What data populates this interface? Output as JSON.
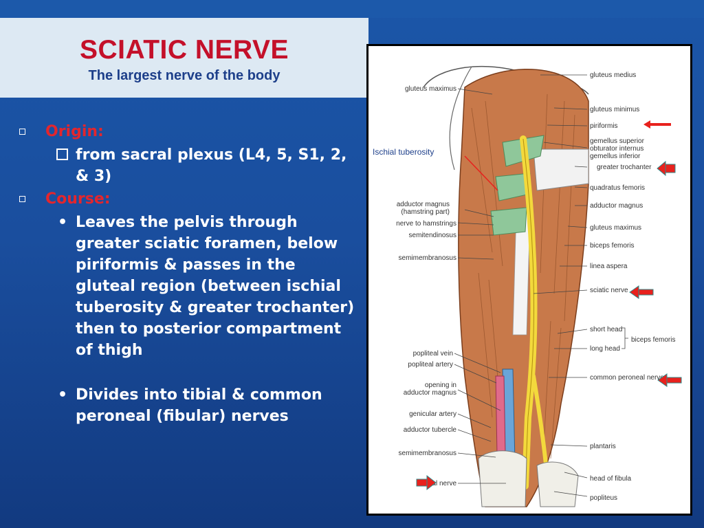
{
  "slide": {
    "title": "SCIATIC NERVE",
    "subtitle": "The largest nerve of the body"
  },
  "bullets": {
    "origin_heading": "Origin:",
    "origin_text": "from sacral plexus (L4, 5, S1, 2, & 3)",
    "course_heading": "Course:",
    "course_text": "Leaves the pelvis through greater sciatic foramen, below piriformis & passes in the gluteal region (between ischial tuberosity & greater trochanter) then to posterior compartment of thigh",
    "divides_text": "Divides into tibial & common peroneal (fibular) nerves"
  },
  "figure": {
    "callout": "Ischial tuberosity",
    "labels_right": [
      "gluteus medius",
      "gluteus minimus",
      "piriformis",
      "gemellus superior",
      "obturator internus",
      "gemellus inferior",
      "greater trochanter",
      "quadratus femoris",
      "adductor magnus",
      "gluteus maximus",
      "biceps femoris",
      "linea aspera",
      "sciatic nerve",
      "short head",
      "long head",
      "biceps femoris",
      "common peroneal nerve",
      "plantaris",
      "head of fibula",
      "popliteus"
    ],
    "labels_left": [
      "gluteus maximus",
      "adductor magnus",
      "(hamstring part)",
      "nerve to hamstrings",
      "semitendinosus",
      "semimembranosus",
      "popliteal vein",
      "popliteal artery",
      "opening in",
      "adductor magnus",
      "genicular artery",
      "adductor tubercle",
      "semimembranosus",
      "tibial nerve"
    ],
    "arrow_color": "#e8211d"
  }
}
